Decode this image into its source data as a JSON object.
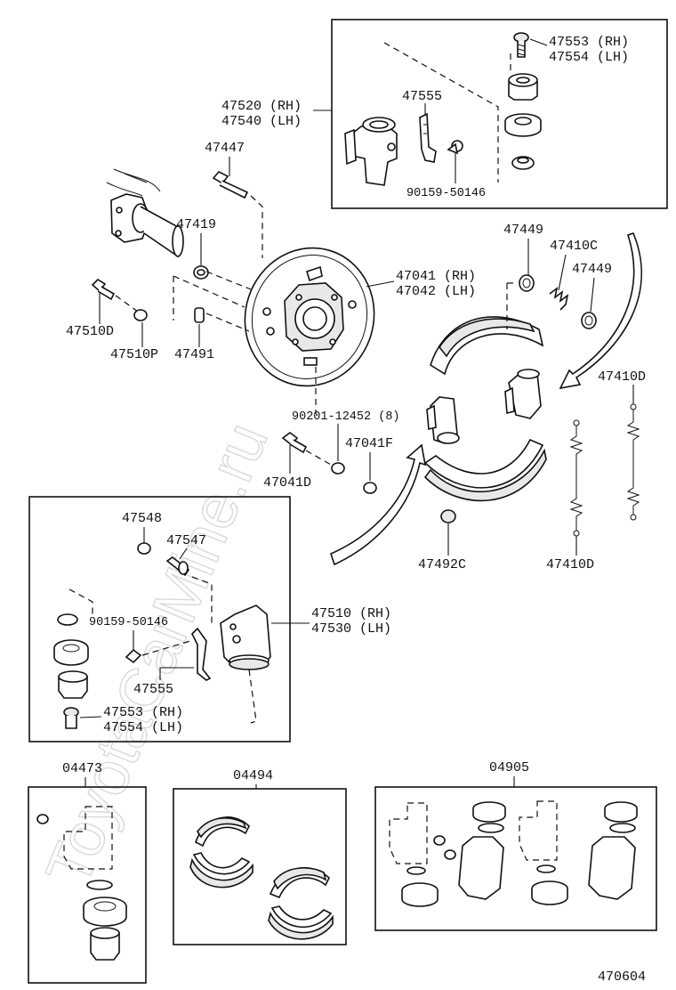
{
  "watermark": "ToyotaCarMine.ru",
  "diagram_code": "470604",
  "labels": {
    "p47553": "47553 (RH)",
    "p47554": "47554 (LH)",
    "p47520": "47520 (RH)",
    "p47540": "47540 (LH)",
    "p47555_top": "47555",
    "p90159_top": "90159-50146",
    "p47447": "47447",
    "p47419": "47419",
    "p47041": "47041 (RH)",
    "p47042": "47042 (LH)",
    "p47449_a": "47449",
    "p47410C": "47410C",
    "p47449_b": "47449",
    "p47510D": "47510D",
    "p47510P": "47510P",
    "p47491": "47491",
    "p47410D_r": "47410D",
    "p90201": "90201-12452 (8)",
    "p47041F": "47041F",
    "p47041D": "47041D",
    "p47548": "47548",
    "p47547": "47547",
    "p90159_bot": "90159-50146",
    "p47510": "47510 (RH)",
    "p47530": "47530 (LH)",
    "p47555_bot": "47555",
    "p47553_bot": "47553 (RH)",
    "p47554_bot": "47554 (LH)",
    "p47492C": "47492C",
    "p47410D_b": "47410D",
    "kit04473": "04473",
    "kit04494": "04494",
    "kit04905": "04905"
  }
}
